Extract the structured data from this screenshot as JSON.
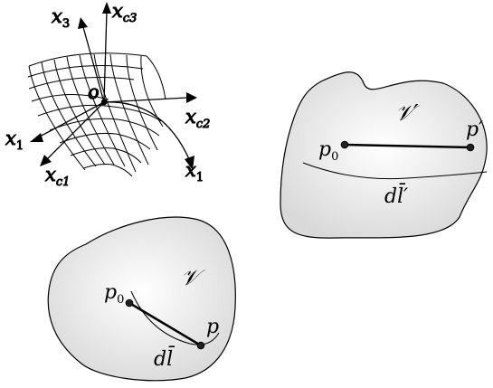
{
  "coordinate_system": {
    "origin_label": "o",
    "axes": {
      "x3": {
        "base": "x",
        "sub": "3"
      },
      "xc3": {
        "base": "x",
        "sub": "c3"
      },
      "xc2": {
        "base": "x",
        "sub": "c2"
      },
      "x1_left": {
        "base": "x",
        "sub": "1"
      },
      "xc1": {
        "base": "x",
        "sub": "c1"
      },
      "x1_right": {
        "base": "x",
        "sub": "1"
      }
    }
  },
  "deformed_body": {
    "region_label": "𝒱′",
    "point_start": {
      "base": "p",
      "sub": "0"
    },
    "point_end": "p′",
    "element_label": "dl̄′"
  },
  "reference_body": {
    "region_label": "𝒱",
    "point_start": {
      "base": "p",
      "sub": "0"
    },
    "point_end": "p",
    "element_label": "dl̄"
  },
  "colors": {
    "body_fill": "#e4e4e4",
    "stroke": "#000000"
  }
}
